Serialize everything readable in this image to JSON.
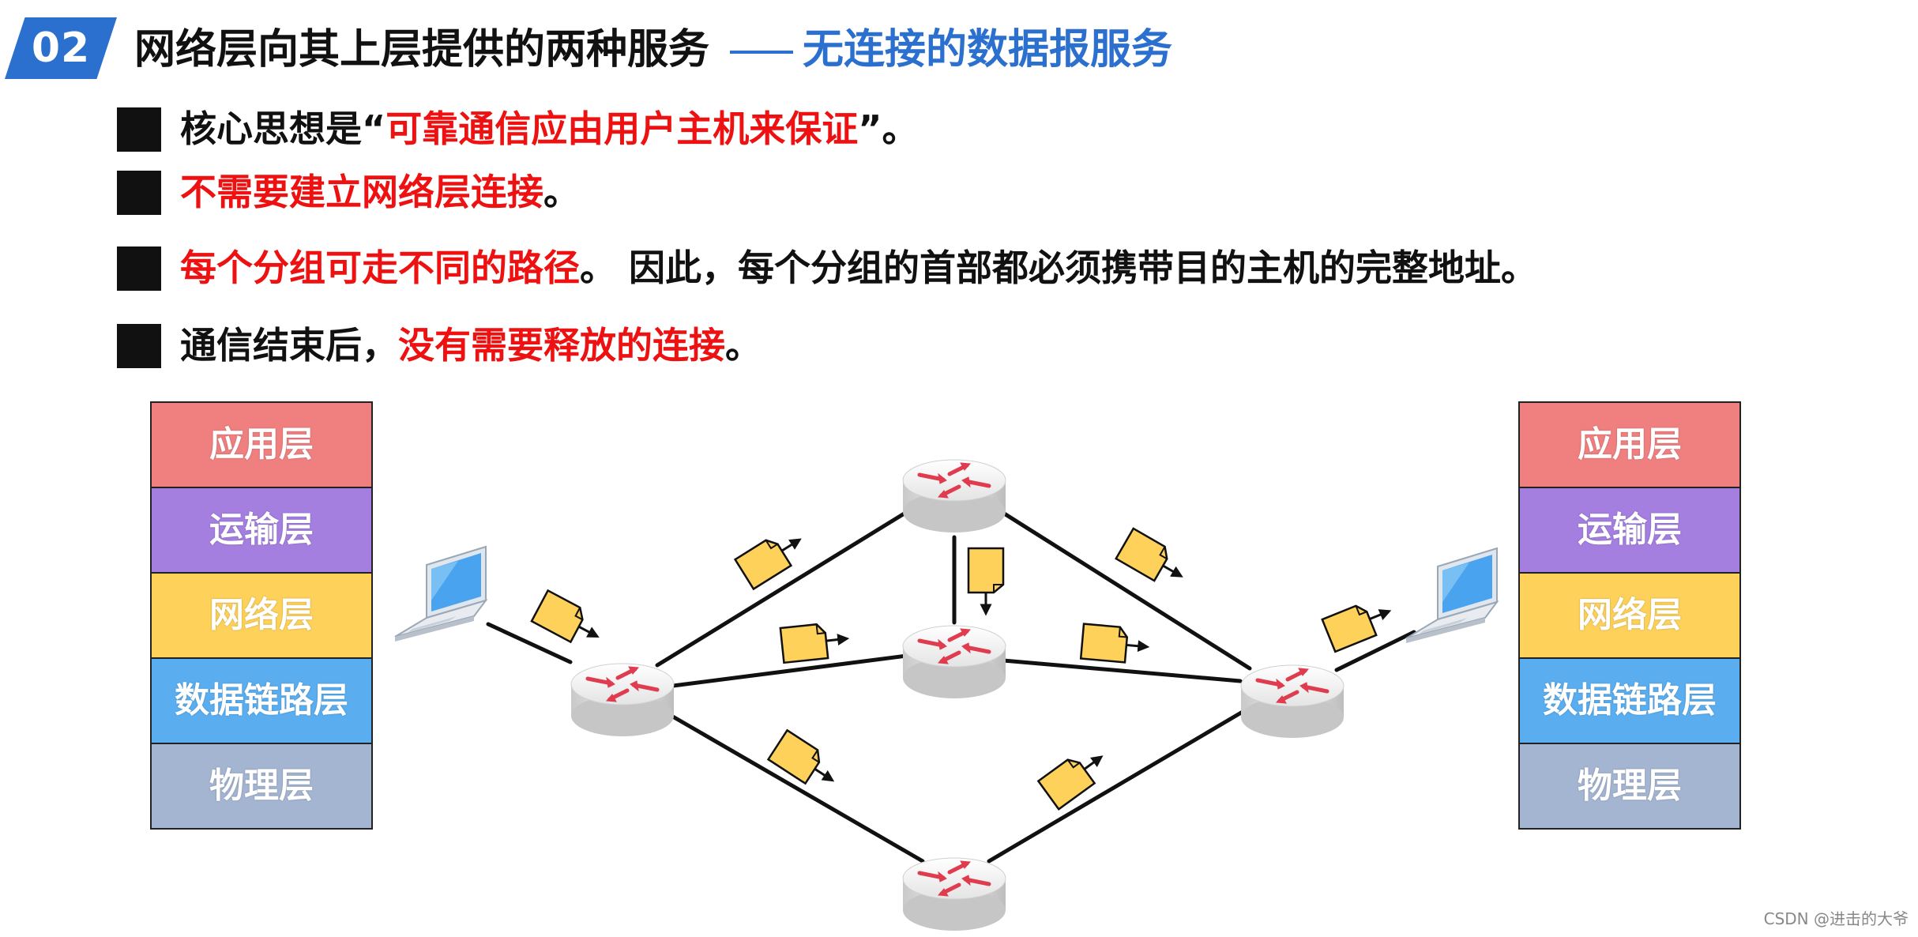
{
  "header": {
    "badge": "02",
    "title": "网络层向其上层提供的两种服务",
    "subtitle": "无连接的数据报服务"
  },
  "bullets": [
    {
      "parts": [
        {
          "text": "核心思想是“",
          "red": false
        },
        {
          "text": "可靠通信应由用户主机来保证",
          "red": true
        },
        {
          "text": "”。",
          "red": false
        }
      ]
    },
    {
      "parts": [
        {
          "text": "不需要建立网络层连接",
          "red": true
        },
        {
          "text": "。",
          "red": false
        }
      ]
    },
    {
      "parts": [
        {
          "text": "每个分组可走不同的路径",
          "red": true
        },
        {
          "text": "。 因此，每个分组的首部都必须携带目的主机的完整地址。",
          "red": false
        }
      ]
    },
    {
      "parts": [
        {
          "text": "通信结束后，",
          "red": false
        },
        {
          "text": "没有需要释放的连接",
          "red": true
        },
        {
          "text": "。",
          "red": false
        }
      ]
    }
  ],
  "stack_left": [
    {
      "label": "应用层",
      "color": "#f08080"
    },
    {
      "label": "运输层",
      "color": "#a47fe0"
    },
    {
      "label": "网络层",
      "color": "#fdd15a"
    },
    {
      "label": "数据链路层",
      "color": "#5aaef0"
    },
    {
      "label": "物理层",
      "color": "#a4b5d2"
    }
  ],
  "stack_right": [
    {
      "label": "应用层",
      "color": "#f08080"
    },
    {
      "label": "运输层",
      "color": "#a47fe0"
    },
    {
      "label": "网络层",
      "color": "#fdd15a"
    },
    {
      "label": "数据链路层",
      "color": "#5aaef0"
    },
    {
      "label": "物理层",
      "color": "#a4b5d2"
    }
  ],
  "colors": {
    "accent": "#2b6fcf",
    "emphasis": "#ee1111",
    "packet": "#fdd15a",
    "router_arrow": "#e03c50"
  },
  "footer": "CSDN @进击的大爷"
}
